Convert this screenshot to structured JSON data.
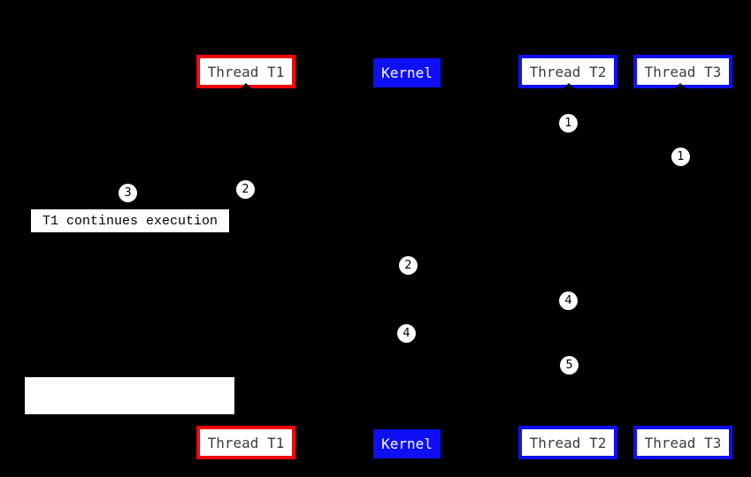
{
  "diagram": {
    "description": "Thread signal-handling sequence diagram on black background",
    "colors": {
      "background": "#000000",
      "t1_border": "#f50508",
      "kernel_fill": "#0f0ff5",
      "t2_t3_border": "#0f0ff5",
      "node_fill": "#ffffff",
      "node_text": "#3c3c3c",
      "kernel_text": "#ffffff",
      "marker_fill": "#ffffff",
      "marker_text": "#000000",
      "annotation_text": "#000000"
    }
  },
  "nodes": {
    "top": {
      "thread_t1": "Thread T1",
      "kernel": "Kernel",
      "thread_t2": "Thread T2",
      "thread_t3": "Thread T3"
    },
    "bottom": {
      "thread_t1": "Thread T1",
      "kernel": "Kernel",
      "thread_t2": "Thread T2",
      "thread_t3": "Thread T3"
    }
  },
  "markers": {
    "t2_step1": "1",
    "t3_step1": "1",
    "t1_step3": "3",
    "t1_step2": "2",
    "kernel_step2": "2",
    "t2_step4": "4",
    "kernel_step4": "4",
    "t2_step5": "5"
  },
  "annotations": {
    "t1_continues": "T1 continues execution",
    "blank_label": ""
  }
}
